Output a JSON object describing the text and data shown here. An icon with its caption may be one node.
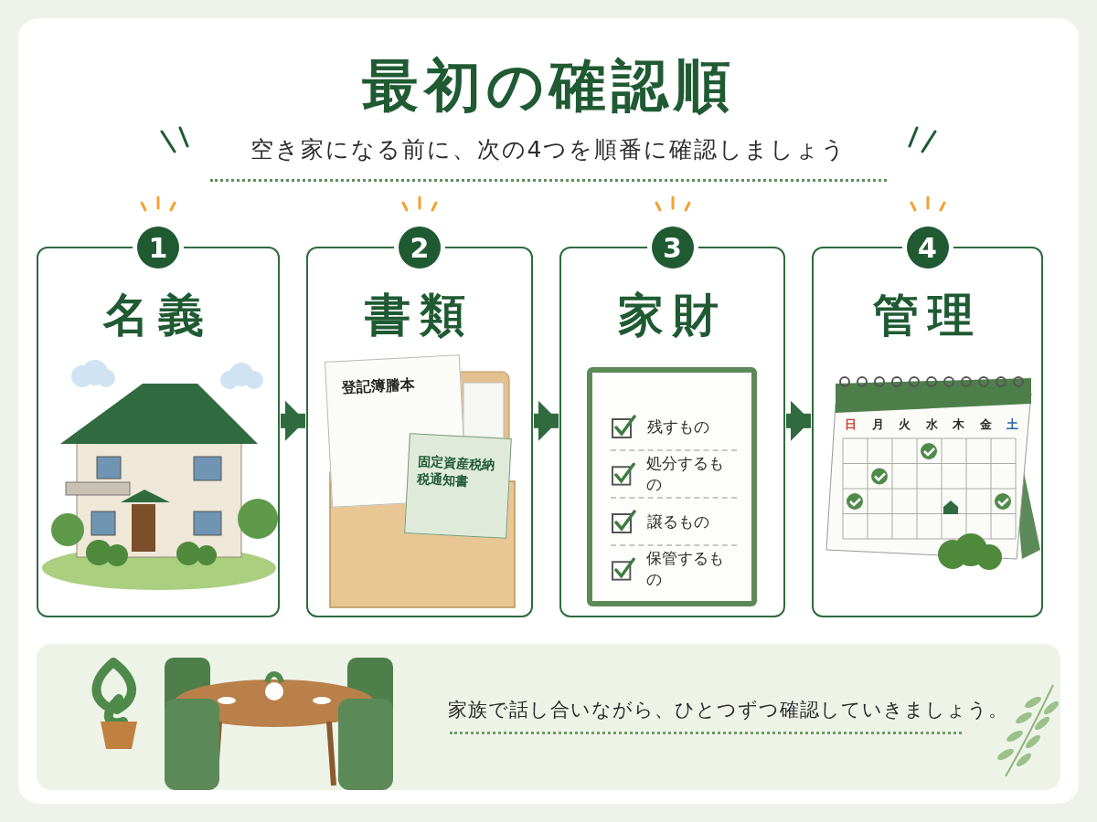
{
  "diagram": {
    "title": "最初の確認順",
    "nodes": [
      {
        "text": [
          "1",
          "名義"
        ]
      },
      {
        "text": [
          "2",
          "書類"
        ]
      },
      {
        "text": [
          "登記簿謄本"
        ],
        "in": 1
      },
      {
        "text": [
          "固定資産税納税通知書"
        ],
        "in": 1
      },
      {
        "text": [
          "3",
          "家財"
        ]
      },
      {
        "text": [
          "残すもの",
          "処分するもの",
          "譲るもの",
          "保管するもの"
        ],
        "in": 4
      },
      {
        "text": [
          "4",
          "管理"
        ]
      },
      {
        "text": [
          "日",
          "月",
          "火",
          "水",
          "木",
          "金",
          "土"
        ],
        "in": 6
      },
      {
        "text": [
          "家族で話し合いながら、ひとつずつ確認していきましょう。"
        ]
      }
    ],
    "edges": [
      {
        "from": 0,
        "to": 1,
        "arrow": "to"
      },
      {
        "from": 1,
        "to": 4,
        "arrow": "to"
      },
      {
        "from": 4,
        "to": 6,
        "arrow": "to"
      }
    ],
    "labels": [
      "空き家になる前に、次の4つを順番に確認しましょう"
    ]
  }
}
